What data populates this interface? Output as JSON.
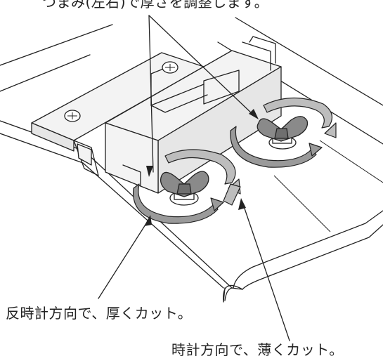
{
  "captions": {
    "top": "つまみ(左右)で厚さを調整します。",
    "counterclockwise": "反時計方向で、厚くカット。",
    "clockwise": "時計方向で、薄くカット。"
  }
}
